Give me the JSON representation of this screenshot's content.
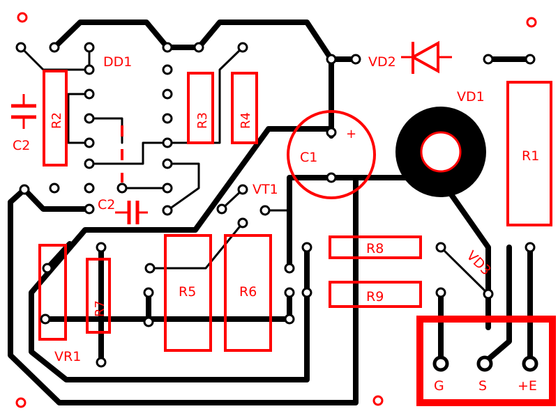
{
  "board": {
    "labels": {
      "dd1": "DD1",
      "r2": "R2",
      "c2_left": "C2",
      "c2_mid": "C2",
      "r3": "R3",
      "r4": "R4",
      "c1": "C1",
      "c1_plus": "+",
      "vd2": "VD2",
      "vd1": "VD1",
      "r1": "R1",
      "vt1": "VT1",
      "r8": "R8",
      "r9": "R9",
      "vd3": "VD3",
      "r5": "R5",
      "r6": "R6",
      "r7": "R7",
      "vr1": "VR1",
      "g": "G",
      "s": "S",
      "e": "+E"
    },
    "colors": {
      "copper": "#000000",
      "silkscreen": "#ff0000",
      "background": "#ffffff"
    }
  }
}
